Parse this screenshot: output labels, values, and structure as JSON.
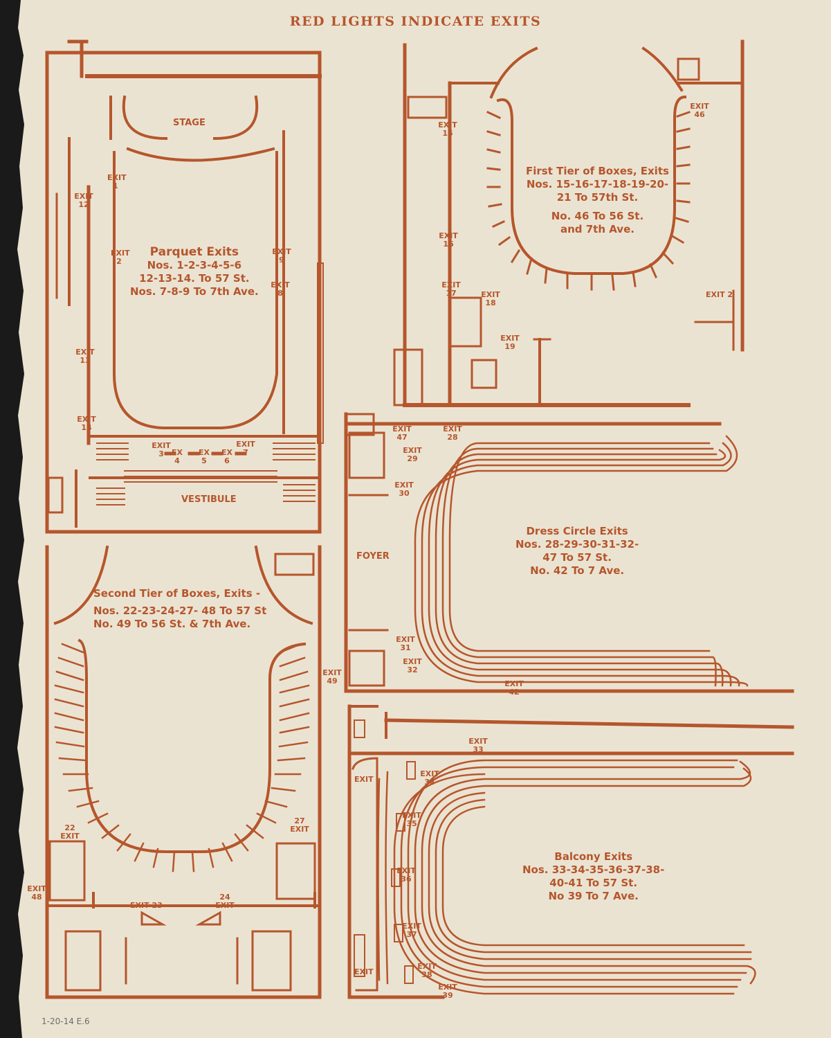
{
  "header": {
    "title": "RED LIGHTS INDICATE EXITS"
  },
  "colors": {
    "ink": "#b5562c",
    "paper": "#ebe3d2"
  },
  "parquet": {
    "stage": "STAGE",
    "vestibule": "VESTIBULE",
    "title": "Parquet Exits",
    "line1": "Nos. 1-2-3-4-5-6",
    "line2": "12-13-14. To 57 St.",
    "line3": "Nos. 7-8-9 To 7th Ave.",
    "exits": {
      "e1": "EXIT 1",
      "e2": "EXIT 2",
      "e3": "EXIT 3",
      "e4": "EX 4",
      "e5": "EX 5",
      "e6": "EX 6",
      "e7": "EXIT 7",
      "e8": "EXIT 8",
      "e9": "EXIT 9",
      "e12": "EXIT 12",
      "e13": "EXIT 13",
      "e14": "EXIT 14"
    }
  },
  "first_tier": {
    "title": "First Tier of Boxes, Exits",
    "line1": "Nos. 15-16-17-18-19-20-",
    "line2": "21 To 57th St.",
    "line3": "No. 46 To 56 St.",
    "line4": "and 7th Ave.",
    "exits": {
      "e15": "EXIT 15",
      "e16": "EXIT 16",
      "e17": "EXIT 17",
      "e18": "EXIT 18",
      "e19": "EXIT 19",
      "e46": "EXIT 46",
      "e2": "EXIT 2"
    }
  },
  "dress_circle": {
    "foyer": "FOYER",
    "title": "Dress Circle Exits",
    "line1": "Nos. 28-29-30-31-32-",
    "line2": "47 To 57 St.",
    "line3": "No. 42 To 7 Ave.",
    "exits": {
      "e47": "EXIT 47",
      "e28": "EXIT 28",
      "e29": "EXIT 29",
      "e30": "EXIT 30",
      "e31": "EXIT 31",
      "e32": "EXIT 32",
      "e42": "EXIT 42"
    }
  },
  "second_tier": {
    "title": "Second Tier of Boxes, Exits -",
    "line1": "Nos. 22-23-24-27- 48 To 57 St",
    "line2": "No. 49 To 56 St. & 7th Ave.",
    "exits": {
      "e49": "EXIT 49",
      "e22": "22 EXIT",
      "e27": "27 EXIT",
      "e48": "EXIT 48",
      "e23": "EXIT 23",
      "e24": "24 EXIT"
    }
  },
  "balcony": {
    "title": "Balcony Exits",
    "line1": "Nos. 33-34-35-36-37-38-",
    "line2": "40-41 To 57 St.",
    "line3": "No 39 To 7 Ave.",
    "exits": {
      "e33": "EXIT 33",
      "e34": "EXIT 34",
      "e35": "EXIT 35",
      "e36": "EXIT 36",
      "e37": "EXIT 37",
      "e38": "EXIT 38",
      "e39": "EXIT 39",
      "left_top": "EXIT",
      "left_bottom": "EXIT"
    }
  },
  "pencil_note": "1-20-14 E.6"
}
